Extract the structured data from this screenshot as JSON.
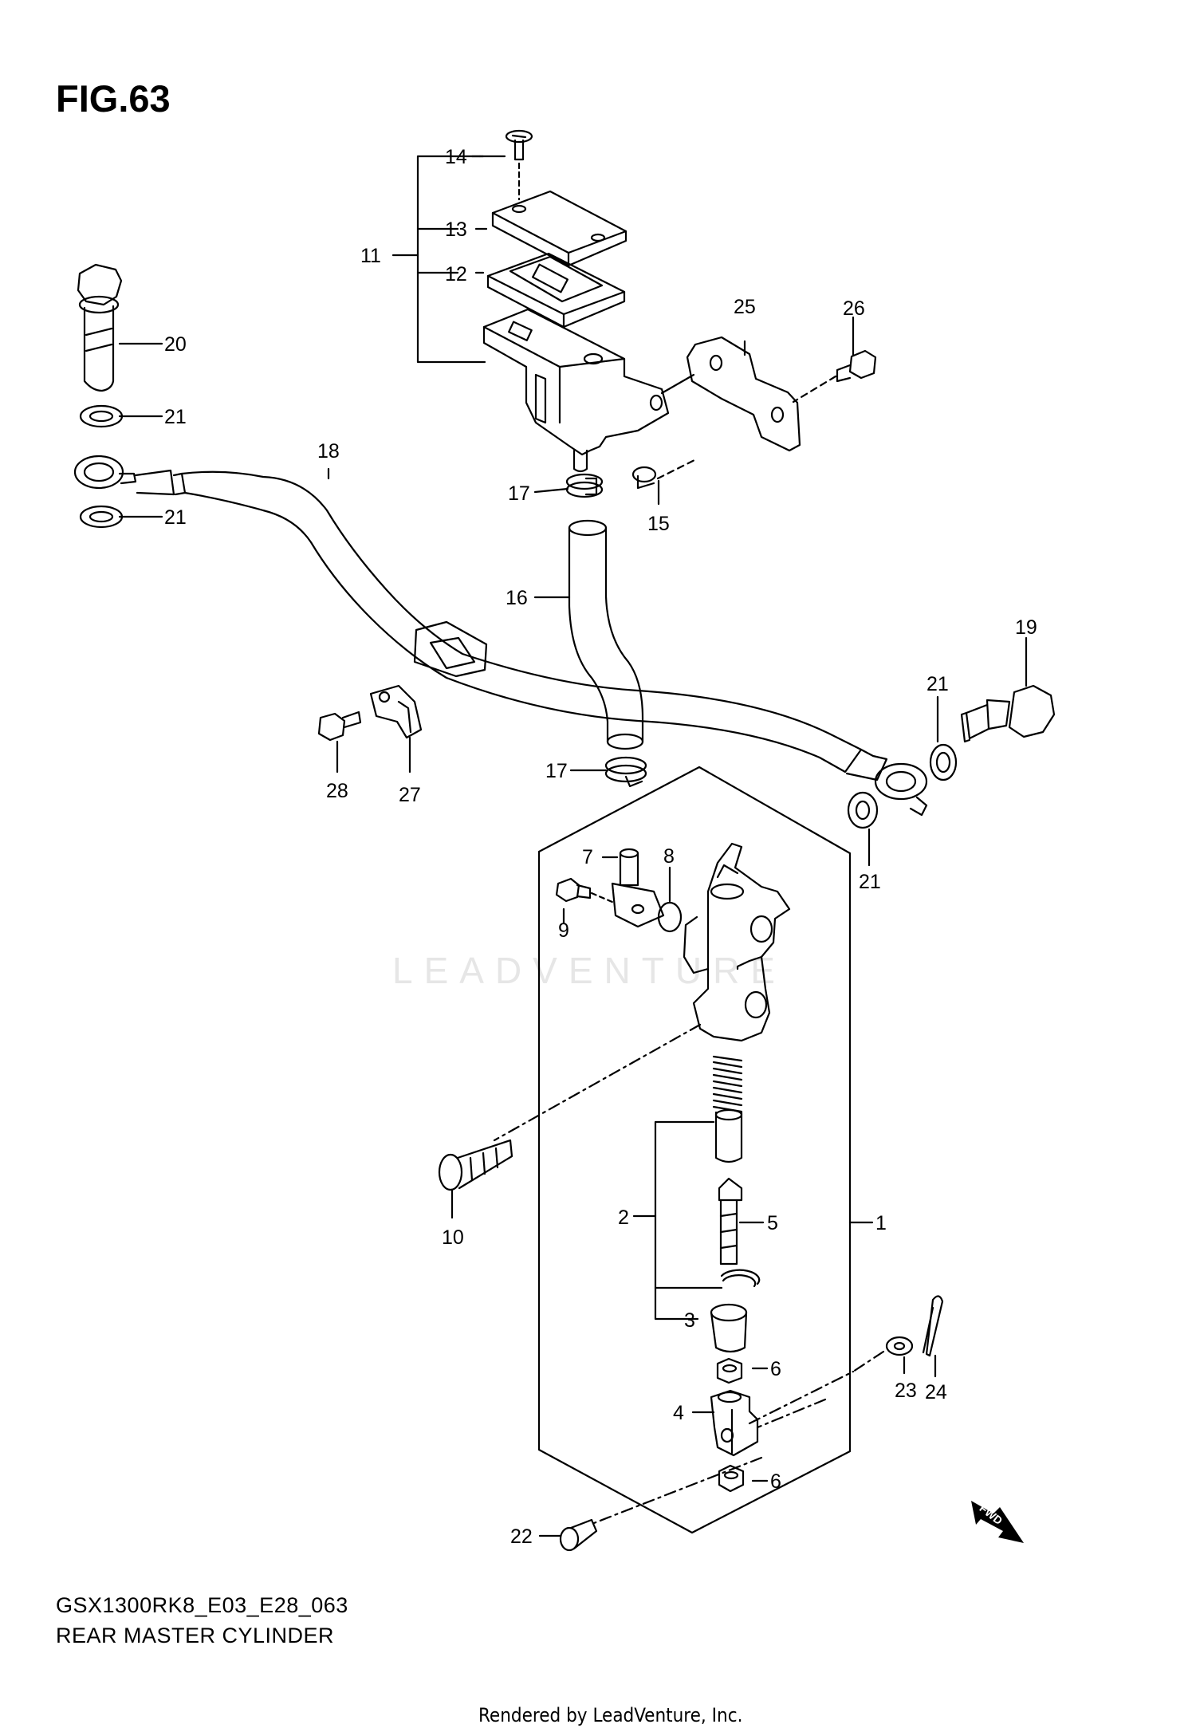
{
  "figure_number": "FIG.63",
  "model_code": "GSX1300RK8_E03_E28_063",
  "caption": "REAR MASTER CYLINDER",
  "credit": "Rendered by LeadVenture, Inc.",
  "watermark": "LEADVENTURE",
  "callouts": [
    "1",
    "2",
    "3",
    "4",
    "5",
    "6",
    "6",
    "7",
    "8",
    "9",
    "10",
    "11",
    "12",
    "13",
    "14",
    "15",
    "16",
    "17",
    "17",
    "18",
    "19",
    "20",
    "21",
    "21",
    "21",
    "21",
    "22",
    "23",
    "24",
    "25",
    "26",
    "27",
    "28"
  ],
  "fwd_icon": "FWD",
  "colors": {
    "line": "#000000",
    "watermark": "#e6e6e6"
  }
}
